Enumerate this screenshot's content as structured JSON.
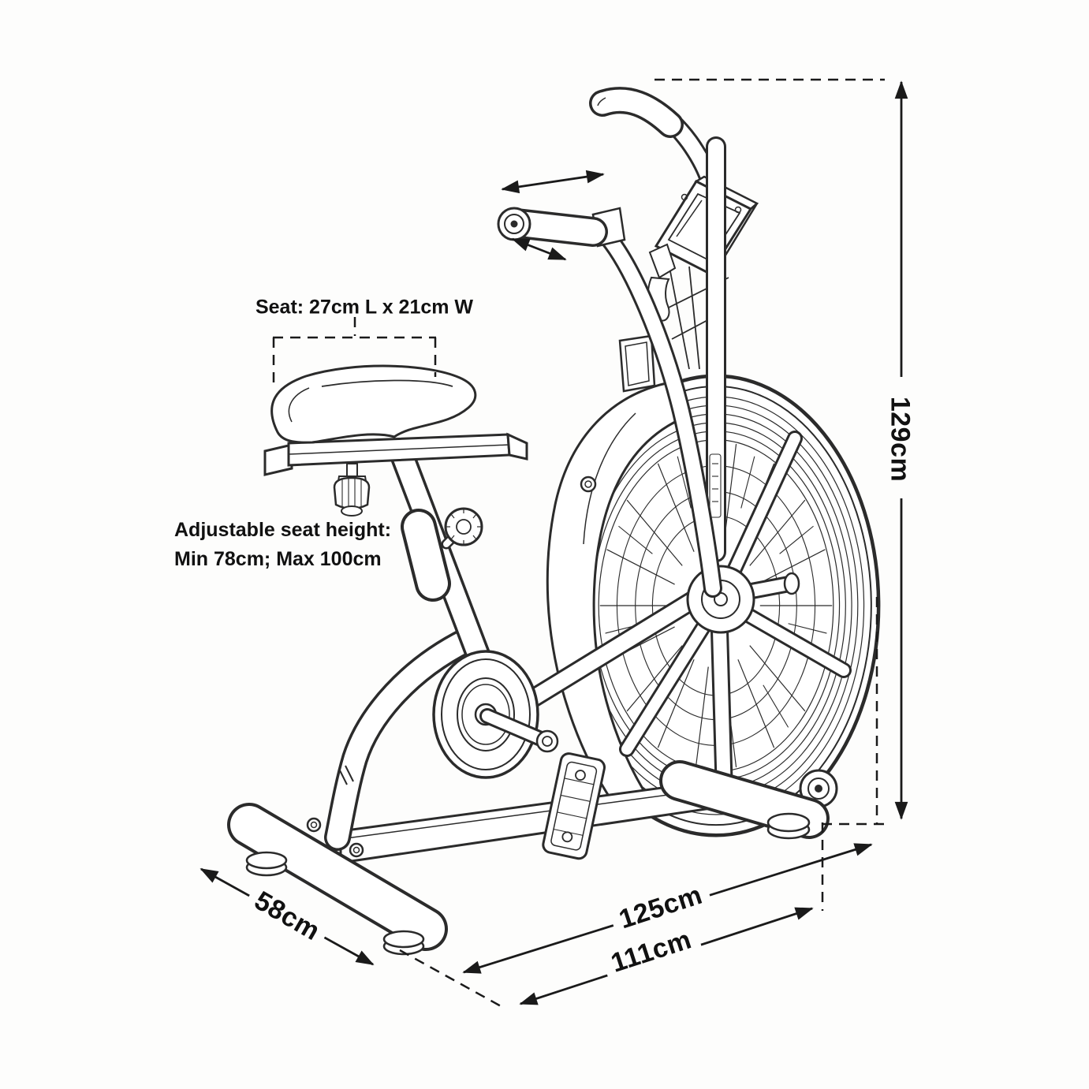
{
  "diagram": {
    "subject": "air-bike-dimension-diagram",
    "labels": {
      "seat_size": "Seat: 27cm L x 21cm W",
      "seat_height_line1": "Adjustable seat height:",
      "seat_height_line2": "Min 78cm; Max 100cm",
      "overall_height": "129cm",
      "base_depth": "58cm",
      "overall_length": "125cm",
      "base_length": "111cm"
    },
    "colors": {
      "line": "#2b2b2b",
      "dimension": "#1a1a1a",
      "text": "#111111",
      "background": "#fdfdfc"
    }
  }
}
